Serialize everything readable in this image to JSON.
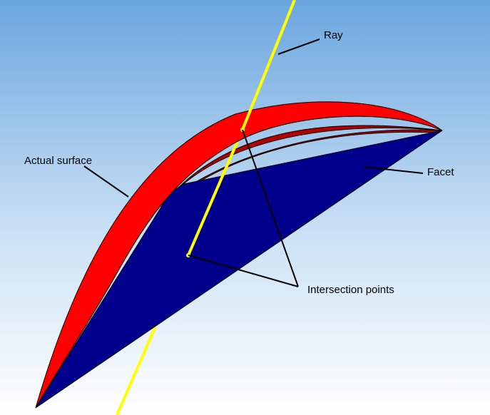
{
  "labels": {
    "ray": "Ray",
    "actual_surface": "Actual surface",
    "facet": "Facet",
    "intersection_points": "Intersection points"
  },
  "colors": {
    "sky_top": "#6aa6df",
    "sky_bottom": "#ffffff",
    "surface_front": "#ff0000",
    "surface_back": "#b20000",
    "facet": "#00008c",
    "ray": "#ffff00",
    "leader": "#000000"
  }
}
